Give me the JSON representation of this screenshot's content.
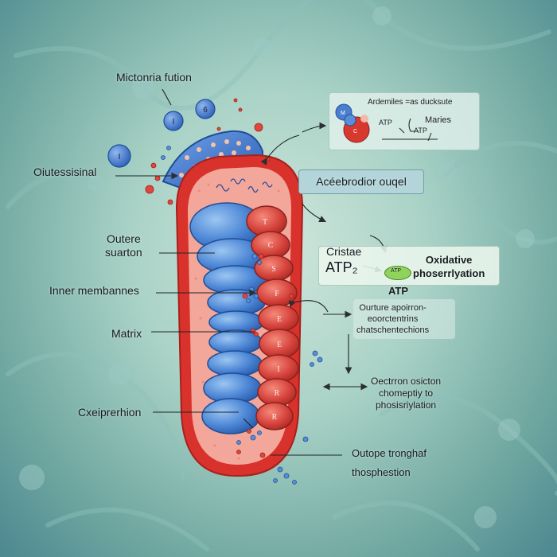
{
  "labels": {
    "title_fusion": "Mictonria fution",
    "outer_left": "Oiutessisinal",
    "outer_suarton": "Outere\nsuarton",
    "inner_membranes": "Inner membannes",
    "matrix": "Matrix",
    "cxeiprerhion": "Cxeiprerhion",
    "outope": "Outope tronghaf\nthosphestion",
    "electron": "Oectrron osicton\nchomeptiy to\nphosisriylation",
    "outure": "Ourture apoirron-\neoorctentrins\nchatschentechions"
  },
  "box_top": {
    "title": "Ardemiles =as ducksute",
    "atp_left": "ATP",
    "atp_right": "ATP",
    "maries": "Maries"
  },
  "box_mid": {
    "title": "Acéebrodior ouqel"
  },
  "box_cristae": {
    "cristae": "Cristae",
    "atp": "ATP₂",
    "oval": "ATP",
    "oxidative": "Oxidative\nphoserrlyation",
    "atp_below": "ATP"
  },
  "vesicles": [
    "I",
    "6",
    "I"
  ],
  "red_compartments": [
    "T",
    "C",
    "S",
    "F",
    "E",
    "E",
    "I",
    "R",
    "R"
  ],
  "colors": {
    "outer_membrane": "#d9322c",
    "intermembrane": "#f2a79a",
    "blue_folds": "#3f7bd0",
    "red_folds": "#d8473e",
    "box_mid_bg": "#b3d5d9"
  }
}
